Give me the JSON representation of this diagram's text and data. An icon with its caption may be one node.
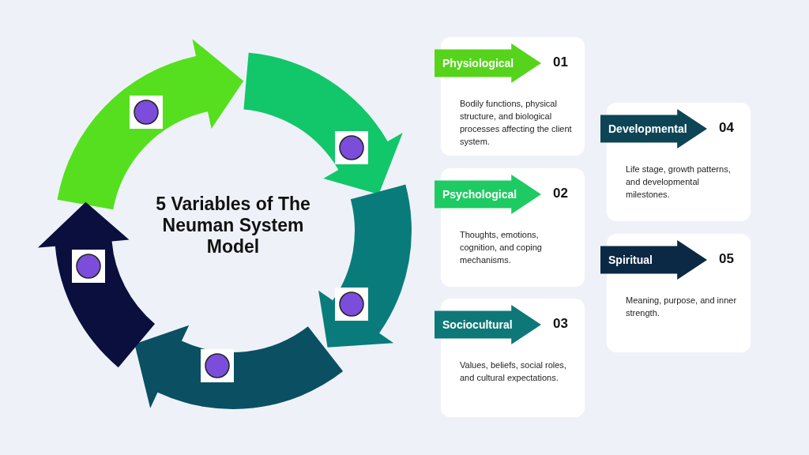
{
  "diagram": {
    "title": "5 Variables of The Neuman System Model",
    "nodes": [
      {
        "text": [
          "Physiological",
          "01",
          "Bodily functions, physical structure, and biological processes affecting the client system."
        ]
      },
      {
        "text": [
          "Psychological",
          "02",
          "Thoughts, emotions, cognition, and coping mechanisms."
        ]
      },
      {
        "text": [
          "Sociocultural",
          "03",
          "Values, beliefs, social roles, and cultural expectations."
        ]
      },
      {
        "text": [
          "Developmental",
          "04",
          "Life stage, growth patterns, and developmental milestones."
        ]
      },
      {
        "text": [
          "Spiritual",
          "05",
          "Meaning, purpose, and inner strength."
        ]
      }
    ]
  }
}
